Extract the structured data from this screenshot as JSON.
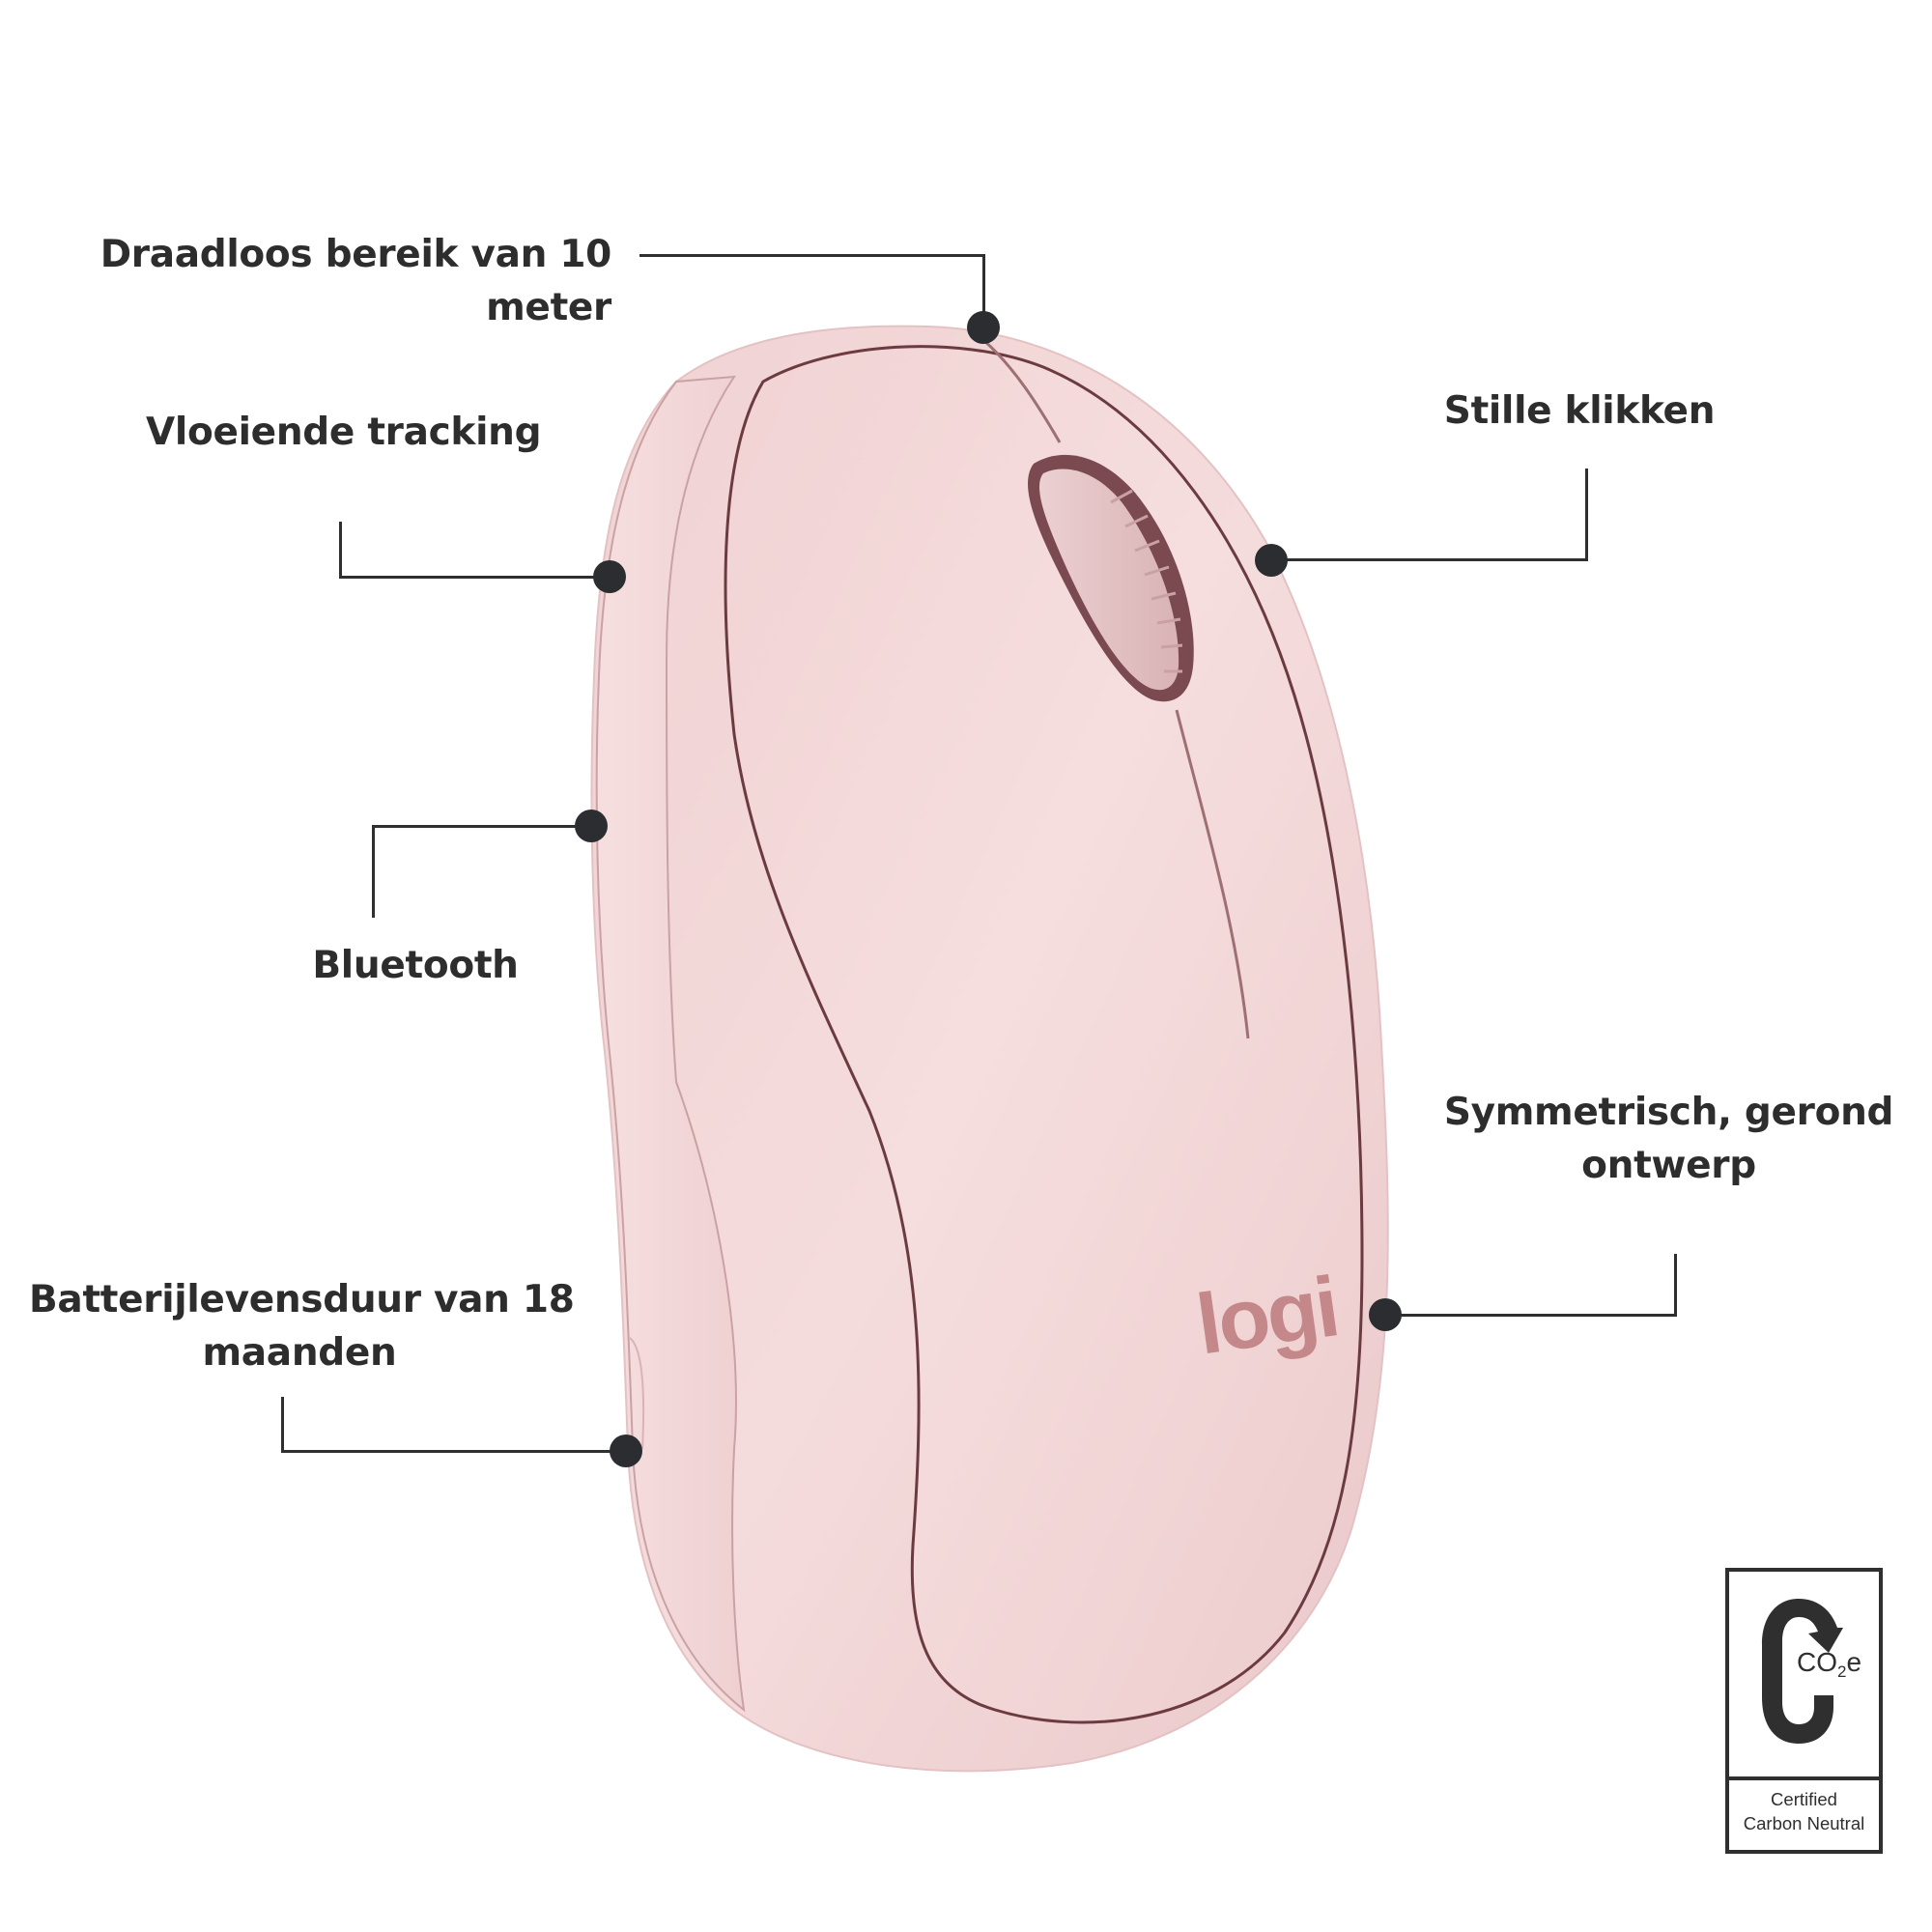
{
  "product": {
    "brand_logo": "logi",
    "colors": {
      "body": "#f2d6d6",
      "body_shadow": "#e2bcbe",
      "logo": "#c4878a",
      "text": "#2d2d2d",
      "callout_line": "#2f2f2f",
      "callout_dot": "#2b2d30"
    }
  },
  "callouts": [
    {
      "id": "range",
      "lines": [
        "Draadloos bereik van 10",
        "meter"
      ],
      "align": "right"
    },
    {
      "id": "tracking",
      "lines": [
        "Vloeiende tracking"
      ],
      "align": "center"
    },
    {
      "id": "clicks",
      "lines": [
        "Stille klikken"
      ],
      "align": "center"
    },
    {
      "id": "bluetooth",
      "lines": [
        "Bluetooth"
      ],
      "align": "center"
    },
    {
      "id": "design",
      "lines": [
        "Symmetrisch, gerond",
        "ontwerp"
      ],
      "align": "center"
    },
    {
      "id": "battery",
      "lines": [
        "Batterijlevensduur van 18",
        "maanden"
      ],
      "align": "center"
    }
  ],
  "badge": {
    "symbol_text": "CO",
    "symbol_sub": "2",
    "symbol_suffix": "e",
    "line1": "Certified",
    "line2": "Carbon Neutral",
    "icon": "carbon-cycle-arrow-icon"
  }
}
